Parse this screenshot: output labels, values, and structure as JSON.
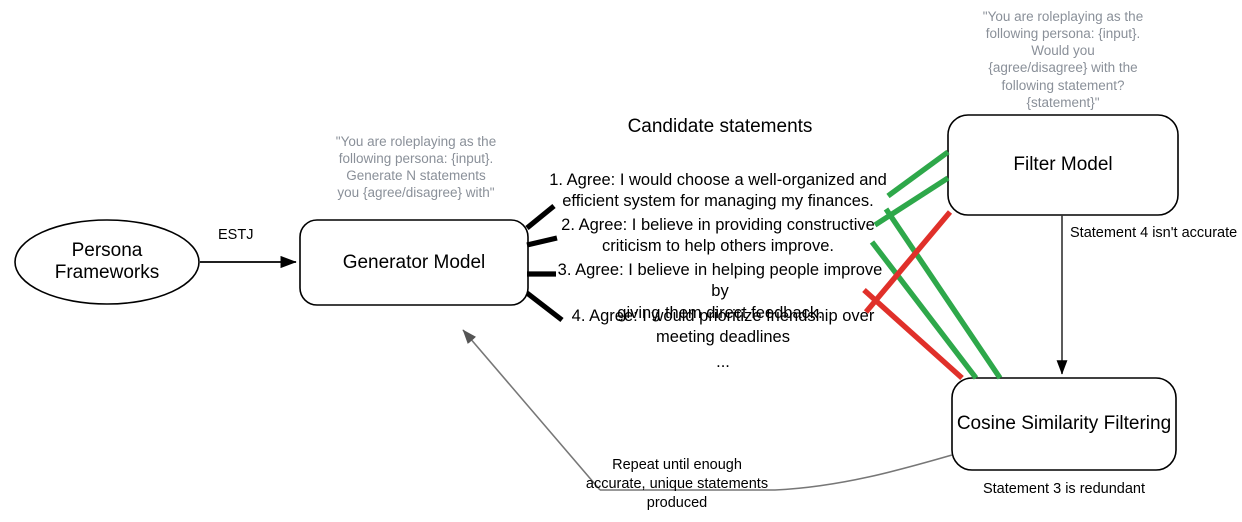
{
  "diagram": {
    "title_candidate_statements": "Candidate statements",
    "nodes": {
      "persona": "Persona\nFrameworks",
      "persona_line1": "Persona",
      "persona_line2": "Frameworks",
      "generator": "Generator Model",
      "filter": "Filter Model",
      "cosine": "Cosine Similarity Filtering"
    },
    "prompts": {
      "generator_prompt": "\"You are roleplaying as the\nfollowing persona: {input}.\nGenerate N statements\nyou {agree/disagree} with\"",
      "generator_prompt_lines": [
        "\"You are roleplaying as the",
        "following persona: {input}.",
        "Generate N statements",
        "you {agree/disagree} with\""
      ],
      "filter_prompt_lines": [
        "\"You are roleplaying as the",
        "following persona: {input}.",
        "Would you",
        "{agree/disagree} with the",
        "following statement?",
        "{statement}\""
      ]
    },
    "edge_labels": {
      "persona_to_generator": "ESTJ",
      "filter_to_cosine": "Statement 4 isn't accurate",
      "cosine_caption": "Statement 3 is redundant",
      "repeat_loop_lines": [
        "Repeat until enough",
        "accurate, unique statements",
        "produced"
      ]
    },
    "statements": [
      {
        "id": "statement-1",
        "lines": [
          "1. Agree: I would choose a well-organized and",
          "efficient system for managing my finances."
        ],
        "verdict": "accurate"
      },
      {
        "id": "statement-2",
        "lines": [
          "2. Agree: I believe in providing constructive",
          "criticism to help others improve."
        ],
        "verdict": "accurate"
      },
      {
        "id": "statement-3",
        "lines": [
          "3. Agree: I believe in helping people improve by",
          "giving them direct feedback."
        ],
        "verdict": "redundant"
      },
      {
        "id": "statement-4",
        "lines": [
          "4. Agree: I would prioritize friendship over",
          "meeting deadlines"
        ],
        "verdict": "inaccurate"
      },
      {
        "id": "statement-ellipsis",
        "lines": [
          "..."
        ],
        "verdict": "none"
      }
    ],
    "colors": {
      "accept_green": "#2ea84a",
      "reject_red": "#e0302a",
      "stroke_black": "#000000",
      "stroke_gray": "#666666",
      "prompt_gray": "#8a9099",
      "background": "#ffffff"
    }
  }
}
